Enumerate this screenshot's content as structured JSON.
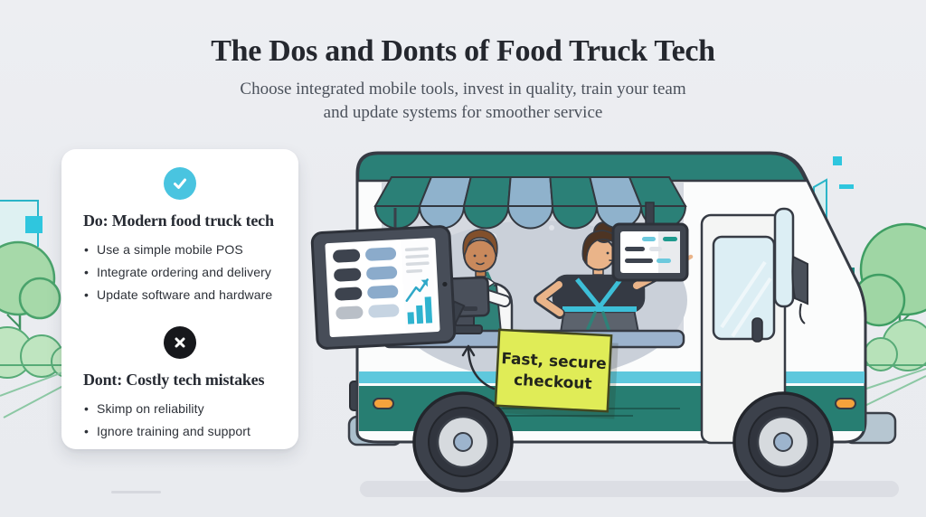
{
  "header": {
    "title": "The Dos and Donts of Food Truck Tech",
    "subtitle_line1": "Choose integrated mobile tools, invest in quality, train your team",
    "subtitle_line2": "and update systems for smoother service"
  },
  "do_card": {
    "heading": "Do: Modern food truck tech",
    "items": [
      "Use a simple mobile POS",
      "Integrate ordering and delivery",
      "Update software and hardware"
    ]
  },
  "dont_card": {
    "heading": "Dont: Costly tech mistakes",
    "items": [
      "Skimp on reliability",
      "Ignore training and support"
    ]
  },
  "illustration": {
    "sticky_note": {
      "line1": "Fast, secure",
      "line2": "checkout"
    }
  },
  "colors": {
    "accent_cyan": "#49c4e0",
    "truck_teal": "#2a8077",
    "band_teal": "#277e72",
    "stripe_cyan": "#5ec8dd",
    "awning_blue": "#8fb2cc",
    "counter_blue": "#9cb3cd",
    "note_yellow": "#e0ec57",
    "badge_black": "#17181c"
  }
}
